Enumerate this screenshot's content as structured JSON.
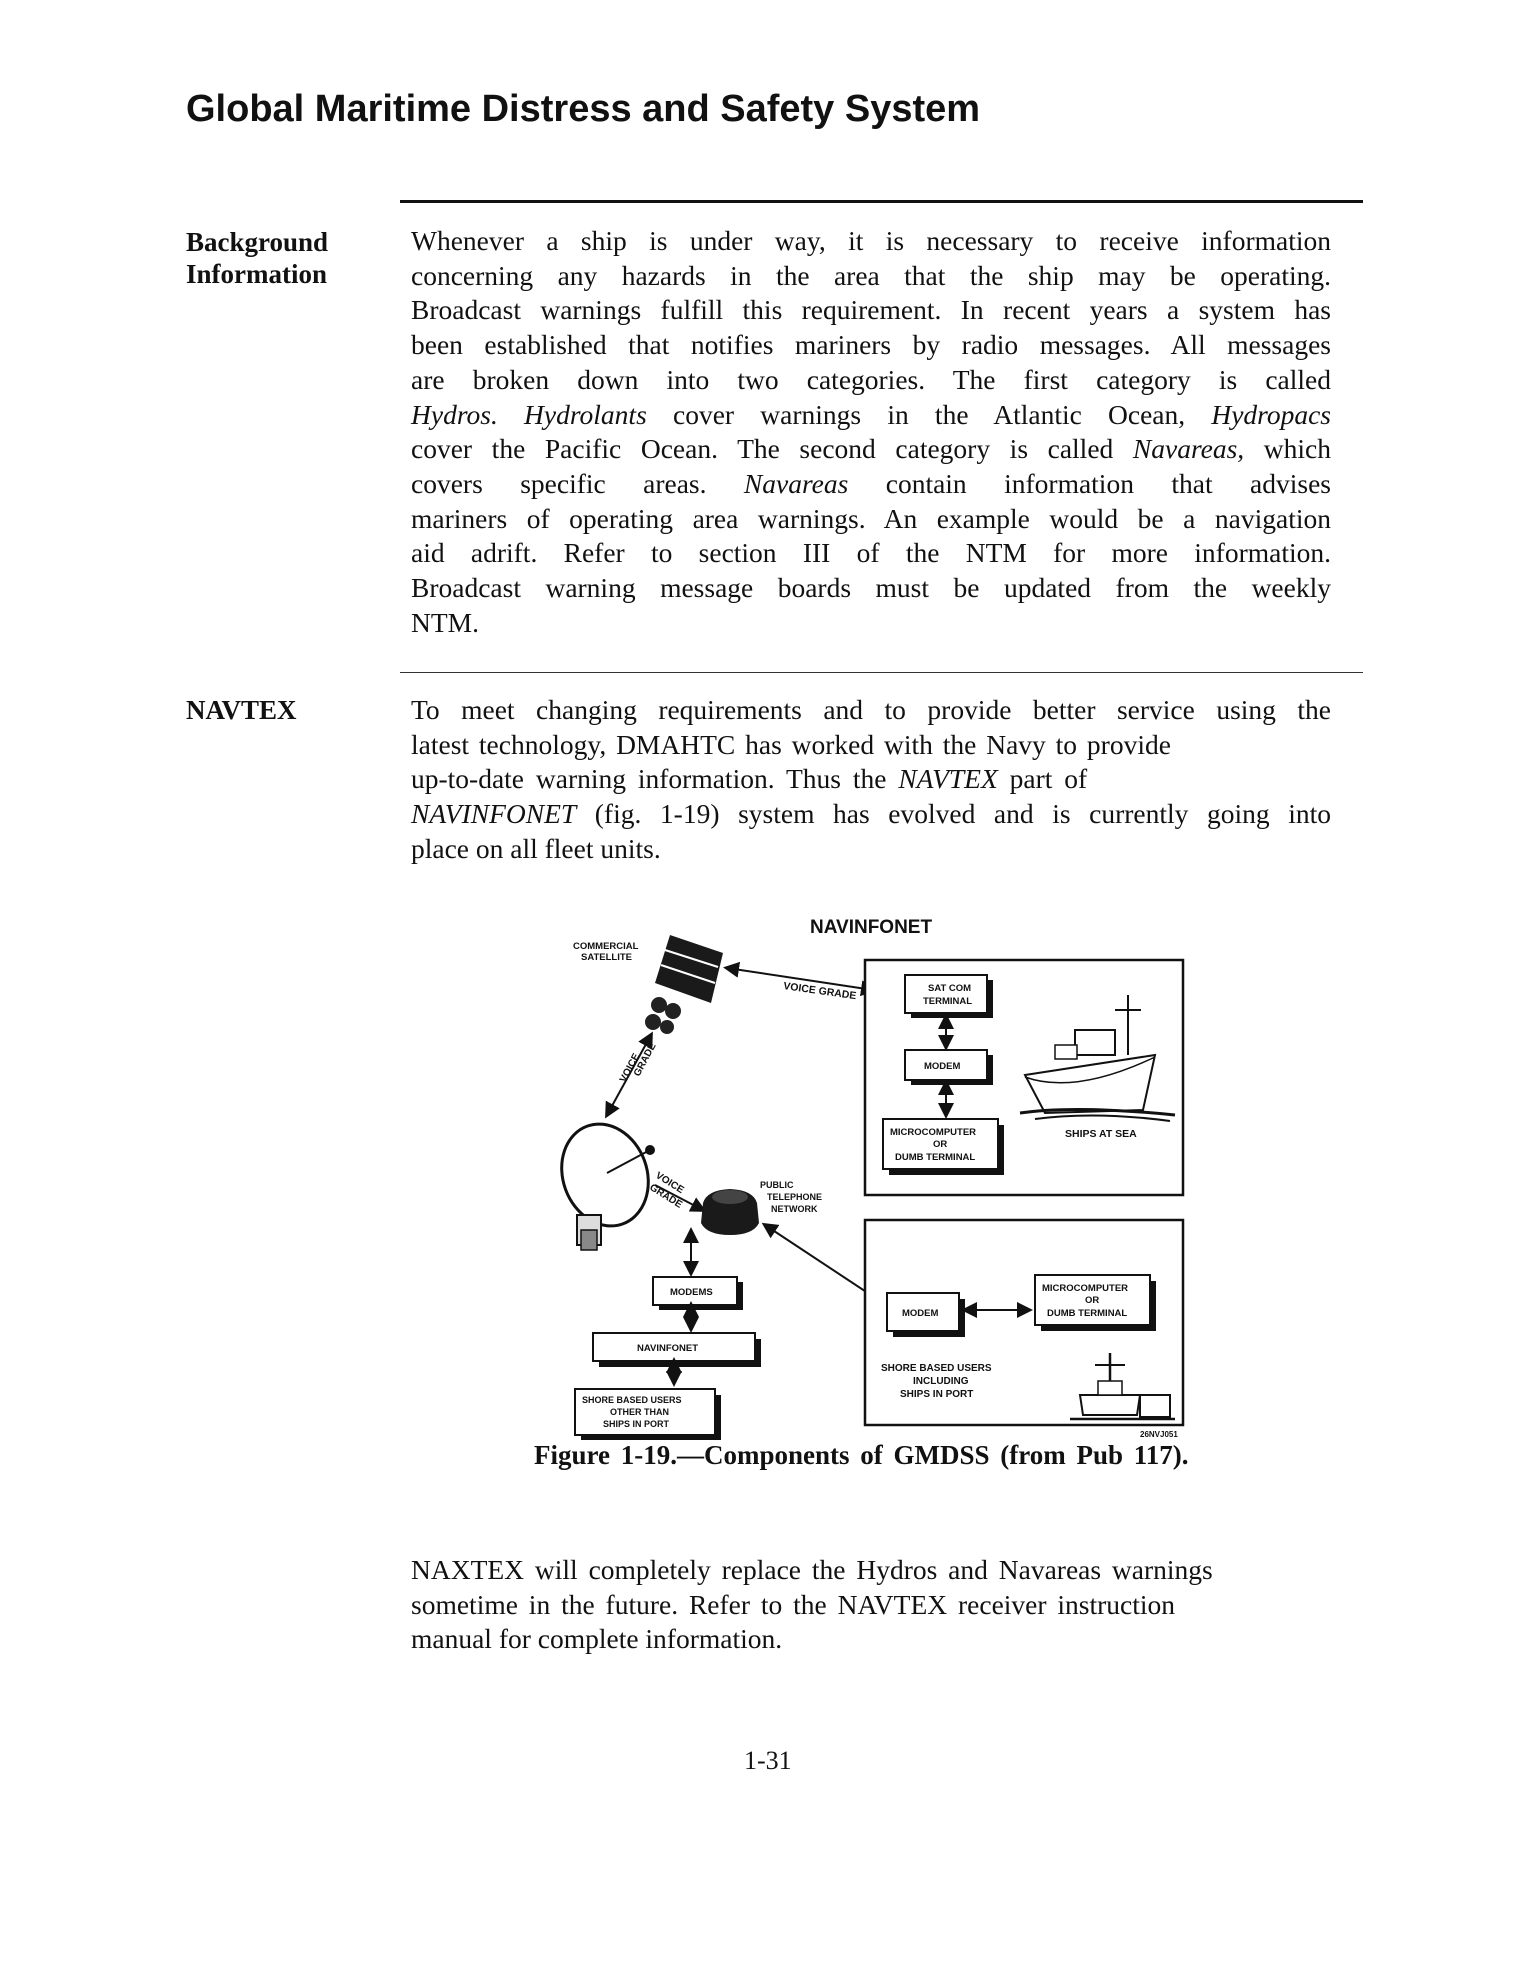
{
  "page": {
    "title": "Global Maritime Distress and Safety System",
    "page_number": "1-31"
  },
  "sections": {
    "background": {
      "label_line1": "Background",
      "label_line2": "Information",
      "lines": [
        "Whenever a ship is under way, it is necessary to receive information",
        "concerning any hazards in the area that the ship may be operating.",
        "Broadcast warnings fulfill this requirement. In recent years a system has",
        "been established that notifies mariners by radio messages. All messages",
        "are broken down into two categories. The first category is called",
        {
          "i1": "Hydros.",
          "t1": " ",
          "i2": "Hydrolants",
          "t2": " cover warnings in the Atlantic Ocean, ",
          "i3": "Hydropacs"
        },
        {
          "t1": "cover the Pacific Ocean. The second category is called ",
          "i1": "Navareas,",
          "t2": " which"
        },
        {
          "t1": "covers specific areas. ",
          "i1": "Navareas",
          "t2": " contain information that advises"
        },
        "mariners of operating area warnings. An example would be a navigation",
        "aid adrift. Refer to section III of the NTM for more information.",
        "Broadcast warning message boards must be updated from the weekly",
        "NTM."
      ]
    },
    "navtex": {
      "label": "NAVTEX",
      "line1": "To meet changing requirements and to provide better service using the",
      "line2": "latest technology, DMAHTC has worked with the Navy to provide",
      "line3_a": "up-to-date warning information. Thus the ",
      "line3_i": "NAVTEX",
      "line3_b": " part of",
      "line4_i": "NAVINFONET",
      "line4_b": " (fig. 1-19) system has evolved and is currently going into",
      "line5": "place on all fleet units."
    },
    "closing": {
      "line1": "NAXTEX will completely replace the Hydros and Navareas warnings",
      "line2": "sometime in the future. Refer to the NAVTEX receiver instruction",
      "line3": "manual for complete information."
    }
  },
  "figure": {
    "title": "NAVINFONET",
    "caption": "Figure 1-19.—Components of GMDSS (from Pub 117).",
    "labels": {
      "commercial_satellite_1": "COMMERCIAL",
      "commercial_satellite_2": "SATELLITE",
      "voice_grade_top": "VOICE GRADE",
      "voice_left_1": "VOICE",
      "voice_left_2": "GRADE",
      "voice_mid_1": "VOICE",
      "voice_mid_2": "GRADE",
      "public_tel_1": "PUBLIC",
      "public_tel_2": "TELEPHONE",
      "public_tel_3": "NETWORK",
      "satcom_1": "SAT COM",
      "satcom_2": "TERMINAL",
      "modem_ship": "MODEM",
      "micro_ship_1": "MICROCOMPUTER",
      "micro_ship_2": "OR",
      "micro_ship_3": "DUMB TERMINAL",
      "ships_at_sea": "SHIPS AT SEA",
      "modems": "MODEMS",
      "navinfonet_box": "NAVINFONET",
      "shore_other_1": "SHORE BASED USERS",
      "shore_other_2": "OTHER THAN",
      "shore_other_3": "SHIPS IN PORT",
      "modem_shore": "MODEM",
      "micro_shore_1": "MICROCOMPUTER",
      "micro_shore_2": "OR",
      "micro_shore_3": "DUMB TERMINAL",
      "shore_incl_1": "SHORE BASED USERS",
      "shore_incl_2": "INCLUDING",
      "shore_incl_3": "SHIPS IN PORT",
      "figure_code": "26NVJ051"
    }
  }
}
